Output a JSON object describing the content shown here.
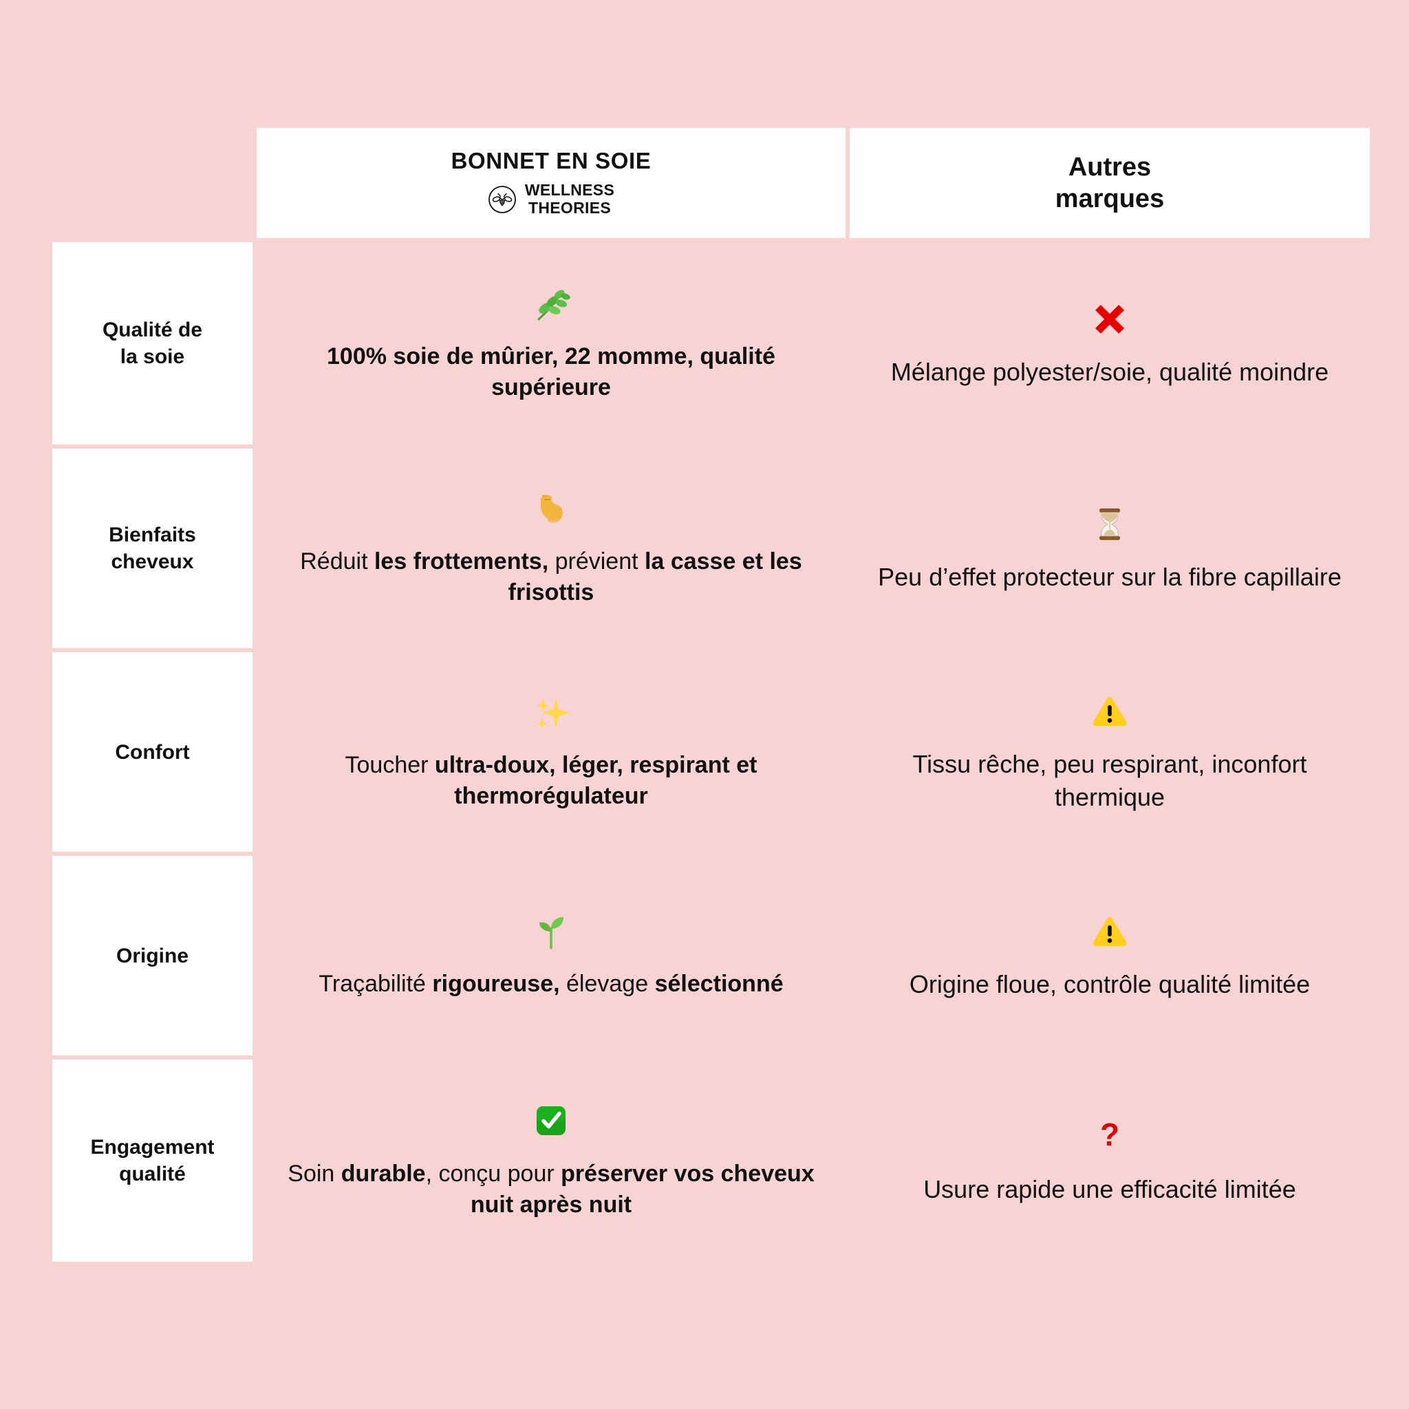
{
  "page": {
    "background_color": "#F8D3D3",
    "cell_background": "#F8D3D3",
    "label_background": "#FFFFFF",
    "text_color": "#111111",
    "accent_red": "#E00000",
    "accent_green": "#1FA91F",
    "accent_yellow": "#F5C518"
  },
  "header": {
    "label_column_placeholder": "",
    "brand": {
      "title": "BONNET EN SOIE",
      "logo_icon": "bee-circle-icon",
      "sub_line_1": "WELLNESS",
      "sub_line_2": "THEORIES"
    },
    "other": {
      "line_1": "Autres",
      "line_2": "marques"
    }
  },
  "rows": [
    {
      "label_line_1": "Qualité de",
      "label_line_2": "la soie",
      "brand": {
        "icon": "herb-leaf-icon",
        "icon_glyph": "🌿",
        "segments": [
          {
            "text": "100% soie de mûrier, 22 momme, qualité supérieure",
            "bold": true
          }
        ]
      },
      "other": {
        "icon": "red-cross-mark-icon",
        "icon_glyph": "❌",
        "text": "Mélange polyester/soie, qualité moindre"
      }
    },
    {
      "label_line_1": "Bienfaits",
      "label_line_2": "cheveux",
      "brand": {
        "icon": "flexed-biceps-icon",
        "icon_glyph": "💪",
        "segments": [
          {
            "text": "Réduit ",
            "bold": false
          },
          {
            "text": "les frottements,",
            "bold": true
          },
          {
            "text": " prévient ",
            "bold": false
          },
          {
            "text": "la casse et les frisottis",
            "bold": true
          }
        ]
      },
      "other": {
        "icon": "hourglass-icon",
        "icon_glyph": "⌛",
        "text": "Peu d’effet protecteur sur la fibre capillaire"
      }
    },
    {
      "label_line_1": "Confort",
      "label_line_2": "",
      "brand": {
        "icon": "sparkles-icon",
        "icon_glyph": "✨",
        "segments": [
          {
            "text": "Toucher ",
            "bold": false
          },
          {
            "text": "ultra-doux, léger, respirant et thermorégulateur",
            "bold": true
          }
        ]
      },
      "other": {
        "icon": "warning-triangle-icon",
        "icon_glyph": "⚠️",
        "text": "Tissu rêche, peu respirant, inconfort thermique"
      }
    },
    {
      "label_line_1": "Origine",
      "label_line_2": "",
      "brand": {
        "icon": "seedling-icon",
        "icon_glyph": "🌱",
        "segments": [
          {
            "text": "Traçabilité ",
            "bold": false
          },
          {
            "text": "rigoureuse,",
            "bold": true
          },
          {
            "text": " élevage ",
            "bold": false
          },
          {
            "text": "sélectionné",
            "bold": true
          }
        ]
      },
      "other": {
        "icon": "warning-triangle-icon",
        "icon_glyph": "⚠️",
        "text": "Origine floue, contrôle qualité limitée"
      }
    },
    {
      "label_line_1": "Engagement",
      "label_line_2": "qualité",
      "brand": {
        "icon": "green-check-mark-icon",
        "icon_glyph": "✅",
        "segments": [
          {
            "text": "Soin ",
            "bold": false
          },
          {
            "text": "durable",
            "bold": true
          },
          {
            "text": ", conçu pour ",
            "bold": false
          },
          {
            "text": "préserver vos cheveux nuit après nuit",
            "bold": true
          }
        ]
      },
      "other": {
        "icon": "red-question-mark-icon",
        "icon_glyph": "❓",
        "text": "Usure rapide une efficacité limitée"
      }
    }
  ]
}
